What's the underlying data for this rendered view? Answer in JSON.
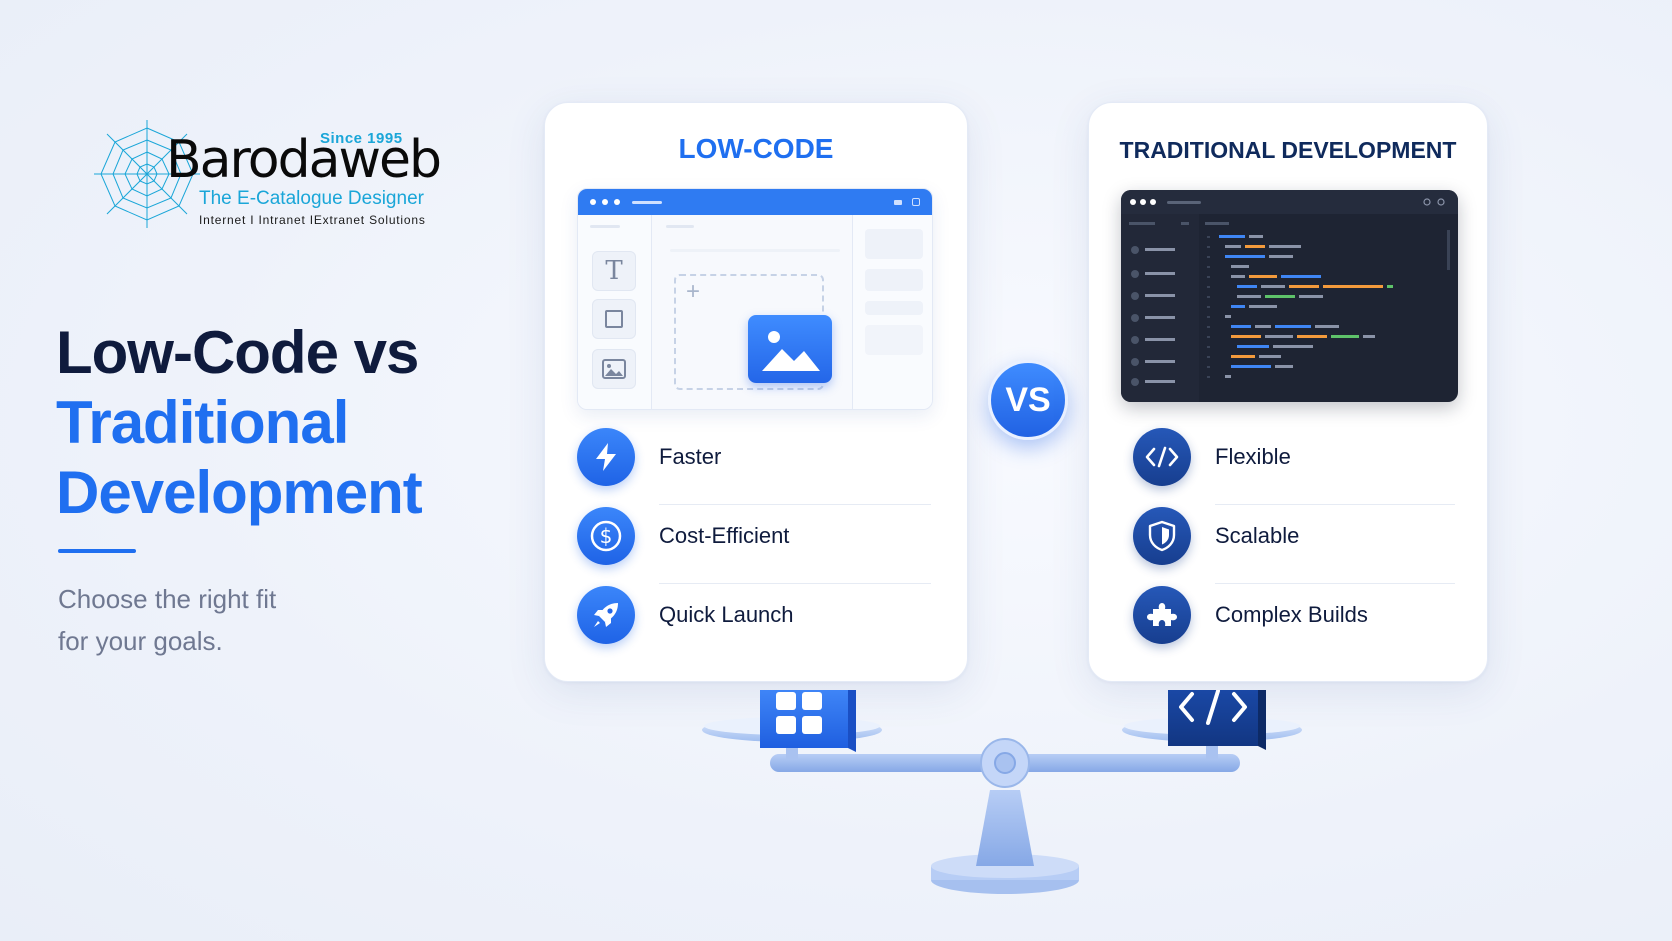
{
  "logo": {
    "name": "Barodaweb",
    "since": "Since 1995",
    "tagline": "The E-Catalogue Designer",
    "subline": "Internet I Intranet IExtranet Solutions"
  },
  "headline": {
    "line1": "Low-Code vs",
    "line2": "Traditional",
    "line3": "Development"
  },
  "subtext": {
    "line1": "Choose the right fit",
    "line2": "for your goals."
  },
  "vs_label": "VS",
  "low_code": {
    "title": "LOW-CODE",
    "features": [
      {
        "label": "Faster",
        "icon": "lightning-icon"
      },
      {
        "label": "Cost-Efficient",
        "icon": "dollar-coin-icon"
      },
      {
        "label": "Quick Launch",
        "icon": "rocket-icon"
      }
    ]
  },
  "traditional": {
    "title": "TRADITIONAL DEVELOPMENT",
    "features": [
      {
        "label": "Flexible",
        "icon": "code-brackets-icon"
      },
      {
        "label": "Scalable",
        "icon": "shield-icon"
      },
      {
        "label": "Complex Builds",
        "icon": "puzzle-icon"
      }
    ]
  },
  "colors": {
    "accent": "#1f6ff0",
    "navy": "#0f1b3d",
    "muted": "#6f7891",
    "logo_cyan": "#1aa6d8"
  }
}
